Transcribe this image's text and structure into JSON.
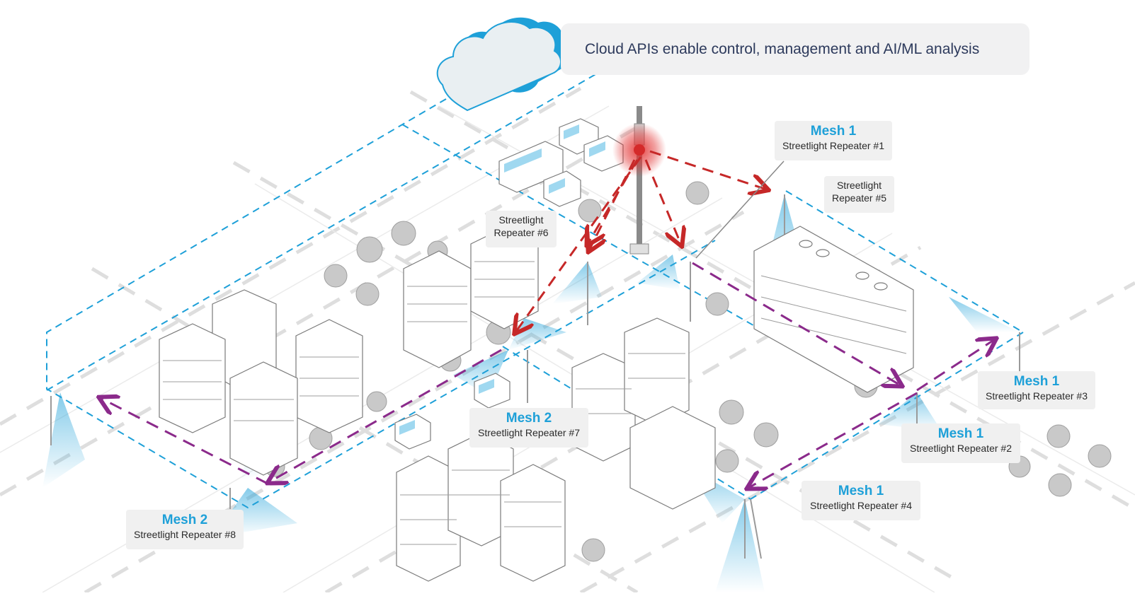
{
  "banner": {
    "text": "Cloud APIs enable control, management and AI/ML analysis"
  },
  "colors": {
    "accent_blue": "#1ea0d8",
    "cell_red": "#d42a2a",
    "mesh_purple": "#8b2a8b",
    "road_gray": "#dcdcdc",
    "label_bg": "#f0f0f0"
  },
  "labels": {
    "mesh1_r1": {
      "mesh": "Mesh 1",
      "name": "Streetlight Repeater #1"
    },
    "r5": {
      "line1": "Streetlight",
      "line2": "Repeater #5"
    },
    "r6": {
      "line1": "Streetlight",
      "line2": "Repeater #6"
    },
    "mesh1_r3": {
      "mesh": "Mesh 1",
      "name": "Streetlight Repeater #3"
    },
    "mesh1_r2": {
      "mesh": "Mesh 1",
      "name": "Streetlight Repeater #2"
    },
    "mesh1_r4": {
      "mesh": "Mesh 1",
      "name": "Streetlight Repeater #4"
    },
    "mesh2_r7": {
      "mesh": "Mesh 2",
      "name": "Streetlight Repeater #7"
    },
    "mesh2_r8": {
      "mesh": "Mesh 2",
      "name": "Streetlight Repeater #8"
    }
  },
  "icons": {
    "cloud": "cloud-icon",
    "tower": "cell-tower-icon",
    "building": "building-icon",
    "tree": "tree-icon",
    "vehicle": "vehicle-icon",
    "streetlight": "streetlight-icon"
  }
}
